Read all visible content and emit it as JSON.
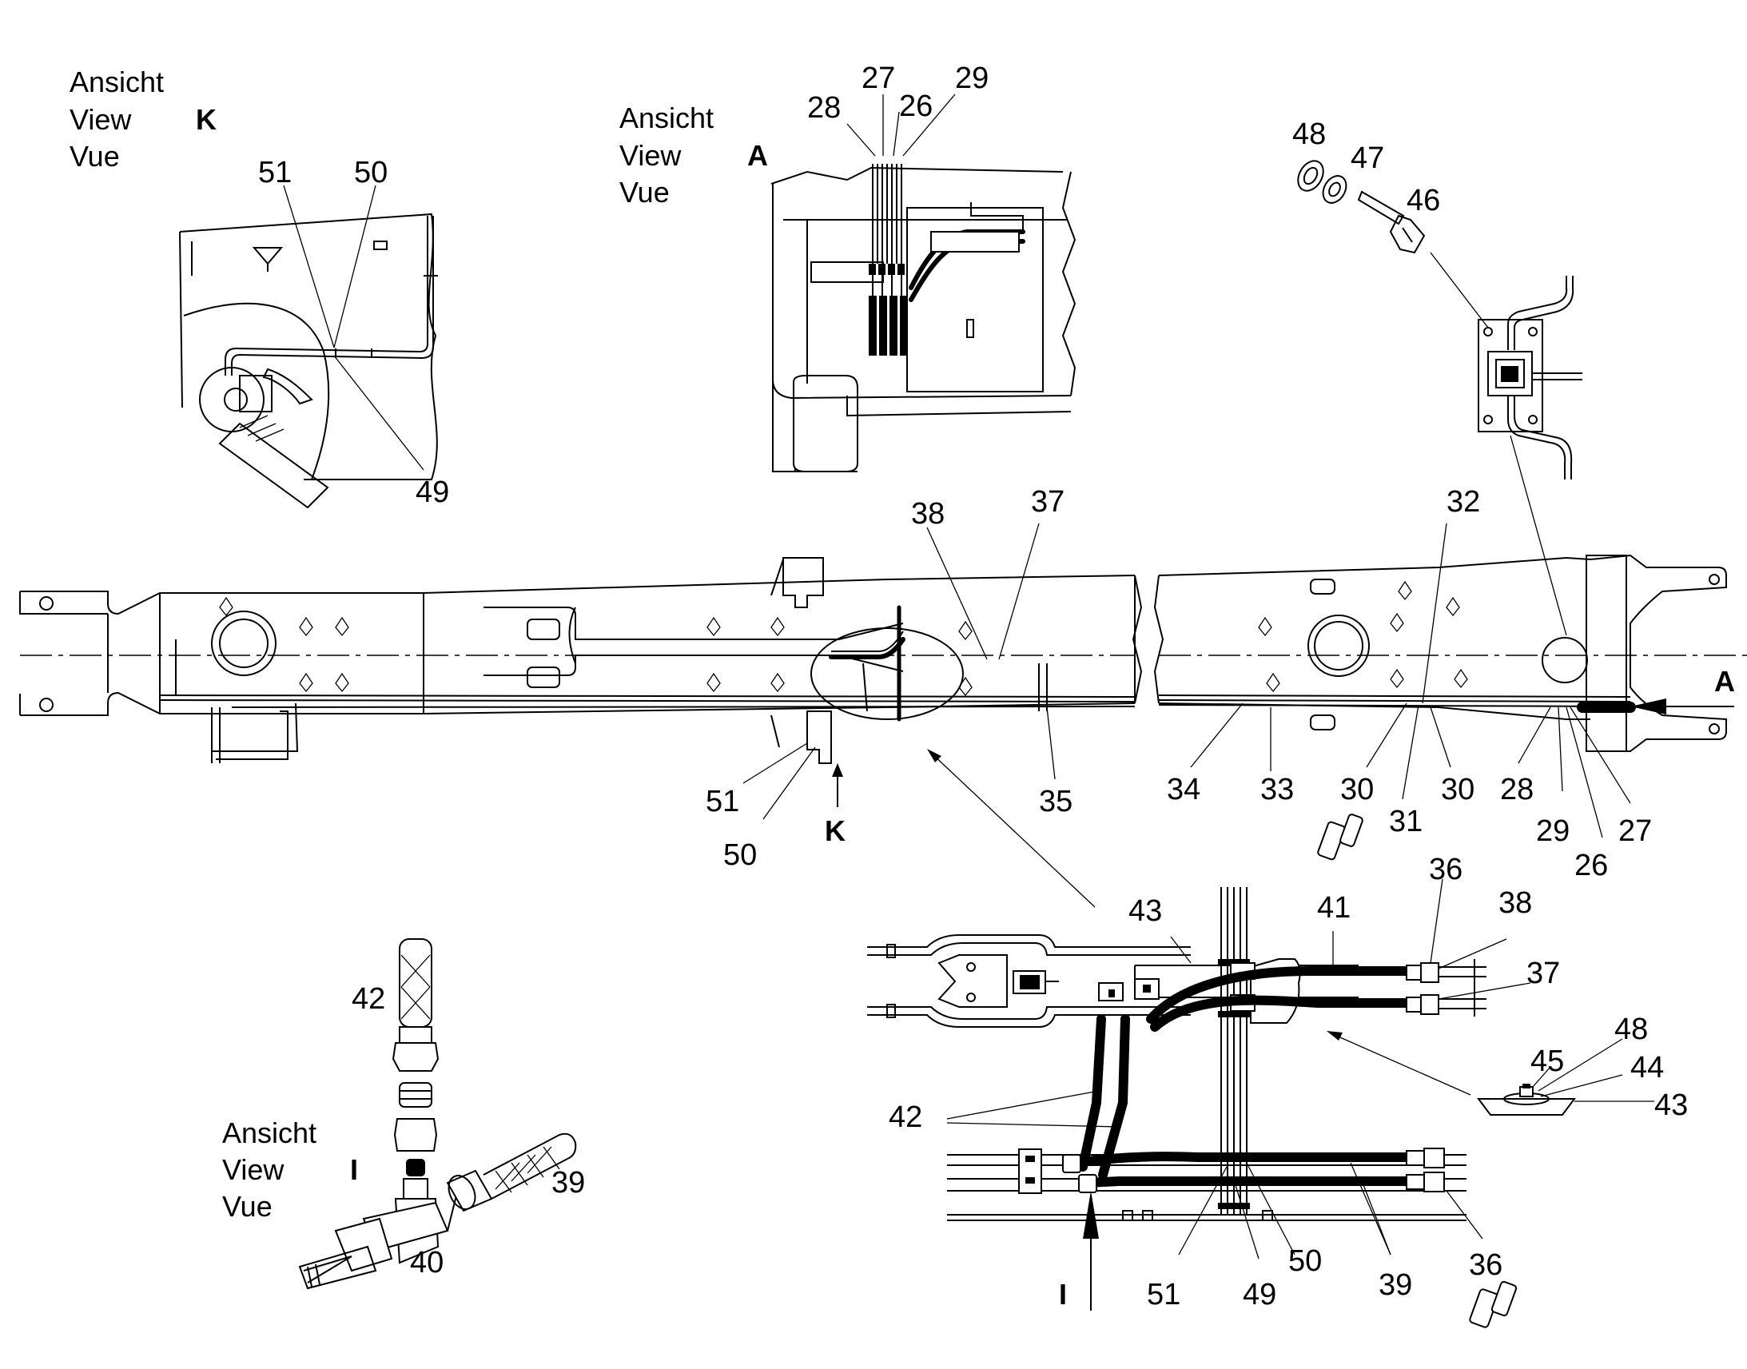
{
  "view_label": {
    "line1": "Ansicht",
    "line2": "View",
    "line3": "Vue"
  },
  "views": {
    "k": "K",
    "a": "A",
    "i": "I"
  },
  "arrows": {
    "k": "K",
    "a": "A",
    "i": "I"
  },
  "callouts": {
    "view_k_51": "51",
    "view_k_50": "50",
    "view_k_49": "49",
    "view_a_28": "28",
    "view_a_27": "27",
    "view_a_26": "26",
    "view_a_29": "29",
    "bolt_48": "48",
    "bolt_47": "47",
    "bolt_46": "46",
    "frame_38": "38",
    "frame_37": "37",
    "frame_32": "32",
    "frame_51": "51",
    "frame_50": "50",
    "frame_35": "35",
    "frame_34": "34",
    "frame_33": "33",
    "frame_30a": "30",
    "frame_31": "31",
    "frame_30b": "30",
    "frame_28": "28",
    "frame_29": "29",
    "frame_27": "27",
    "frame_26": "26",
    "view_i_42": "42",
    "view_i_39": "39",
    "view_i_40": "40",
    "detail_43": "43",
    "detail_41": "41",
    "detail_36a": "36",
    "detail_38": "38",
    "detail_37": "37",
    "detail_42": "42",
    "detail_45": "45",
    "detail_48": "48",
    "detail_44": "44",
    "detail_43b": "43",
    "detail_51": "51",
    "detail_49": "49",
    "detail_50": "50",
    "detail_39": "39",
    "detail_36b": "36"
  }
}
